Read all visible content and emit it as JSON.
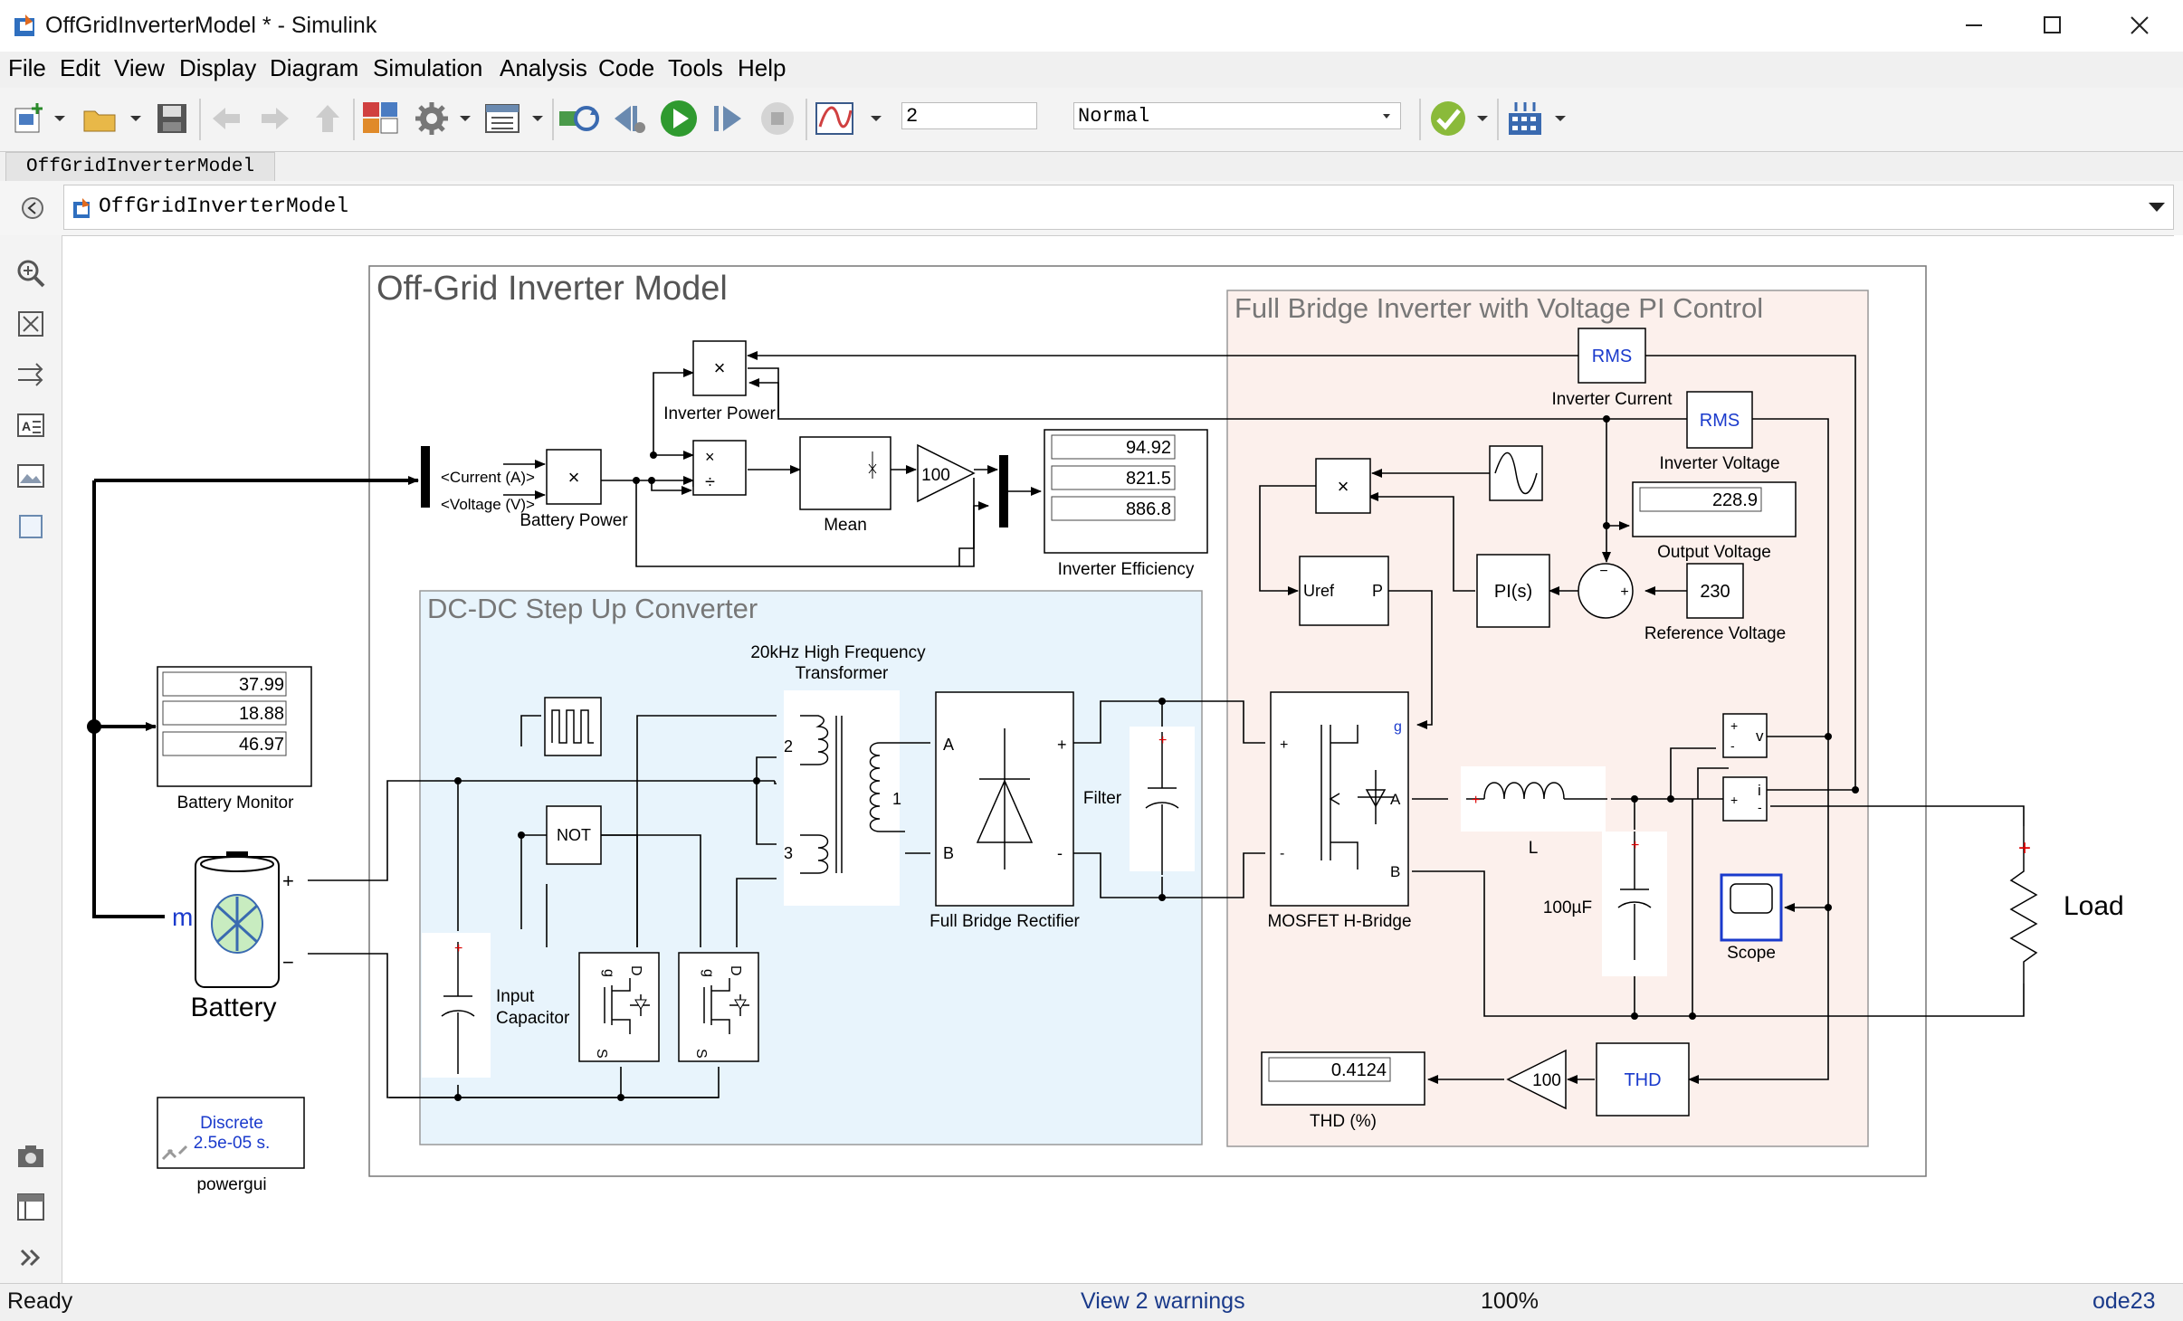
{
  "window": {
    "title": "OffGridInverterModel * - Simulink"
  },
  "menu": [
    "File",
    "Edit",
    "View",
    "Display",
    "Diagram",
    "Simulation",
    "Analysis",
    "Code",
    "Tools",
    "Help"
  ],
  "toolbar": {
    "stop_time": "2",
    "sim_mode": "Normal"
  },
  "tab": {
    "label": "OffGridInverterModel"
  },
  "address": {
    "path": "OffGridInverterModel"
  },
  "model": {
    "title": "Off-Grid Inverter Model",
    "inverter_area_title": "Full Bridge Inverter with Voltage PI Control",
    "dcdc_area_title": "DC-DC Step Up Converter",
    "bus_selector": {
      "signal1": "<Current (A)>",
      "signal2": "<Voltage (V)>"
    },
    "battery_power_label": "Battery Power",
    "inverter_power_label": "Inverter Power",
    "mean_label": "Mean",
    "gain_efficiency": "100",
    "inverter_efficiency": {
      "label": "Inverter Efficiency",
      "values": [
        "94.92",
        "821.5",
        "886.8"
      ]
    },
    "battery_monitor": {
      "label": "Battery Monitor",
      "values": [
        "37.99",
        "18.88",
        "46.97"
      ]
    },
    "battery": {
      "label": "Battery",
      "port_text": "m"
    },
    "powergui": {
      "label": "powergui",
      "line1": "Discrete",
      "line2": "2.5e-05 s."
    },
    "transformer": {
      "label_line1": "20kHz High Frequency",
      "label_line2": "Transformer",
      "port2": "2",
      "port3": "3",
      "port1": "1"
    },
    "not_block": "NOT",
    "input_capacitor": {
      "line1": "Input",
      "line2": "Capacitor"
    },
    "rectifier": {
      "label": "Full Bridge Rectifier",
      "portA": "A",
      "portB": "B"
    },
    "filter_label": "Filter",
    "inverter_current": {
      "block": "RMS",
      "label": "Inverter Current"
    },
    "inverter_voltage": {
      "block": "RMS",
      "label": "Inverter Voltage"
    },
    "output_voltage": {
      "label": "Output Voltage",
      "value": "228.9"
    },
    "reference_voltage": {
      "label": "Reference Voltage",
      "value": "230"
    },
    "pi_block": "PI(s)",
    "pwm_block": {
      "in": "Uref",
      "out": "P"
    },
    "mosfet": {
      "label": "MOSFET H-Bridge",
      "g": "g",
      "A": "A",
      "B": "B"
    },
    "inductor_label": "L",
    "cap_label": "100µF",
    "vmeas": "v",
    "imeas": "i",
    "scope_label": "Scope",
    "load_label": "Load",
    "thd": {
      "block": "THD",
      "gain": "100",
      "label": "THD (%)",
      "value": "0.4124"
    }
  },
  "status": {
    "state": "Ready",
    "warnings": "View 2 warnings",
    "zoom": "100%",
    "solver": "ode23"
  },
  "colors": {
    "dcdc_bg": "#e8f4fc",
    "inverter_bg": "#fcf0ec",
    "link": "#1a3a8a",
    "rms_text": "#1a3acc",
    "port_red": "#dd0000"
  }
}
